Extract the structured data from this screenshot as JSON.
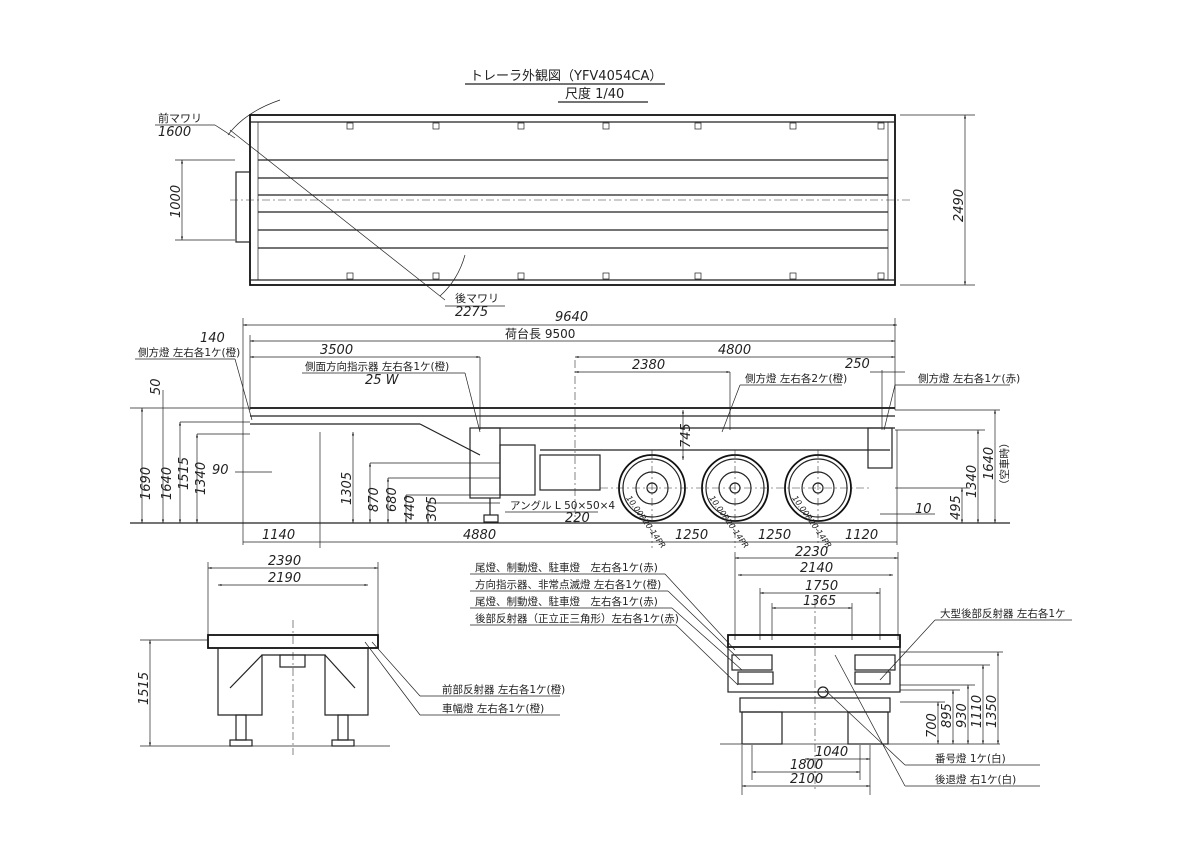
{
  "title": "トレーラ外観図（YFV4054CA）",
  "scale": "尺度 1/40",
  "top_view": {
    "front_swing_label": "前マワリ",
    "front_swing_value": "1600",
    "rear_swing_label": "後マワリ",
    "rear_swing_value": "2275",
    "width": "2490",
    "front_plate": "1000"
  },
  "side_view": {
    "overall_length": "9640",
    "deck_length": "荷台長 9500",
    "dim_140": "140",
    "dim_3500": "3500",
    "dim_4800": "4800",
    "dim_2380": "2380",
    "dim_250": "250",
    "dim_50": "50",
    "dim_1690": "1690",
    "dim_1640": "1640",
    "dim_1515": "1515",
    "dim_1340": "1340",
    "dim_90": "90",
    "dim_1305": "1305",
    "dim_870": "870",
    "dim_680": "680",
    "dim_440": "440",
    "dim_305": "305",
    "dim_745": "745",
    "dim_220": "220",
    "angle_label": "アングル L 50×50×4",
    "dim_1140": "1140",
    "dim_4880": "4880",
    "dim_1250a": "1250",
    "dim_1250b": "1250",
    "dim_1120": "1120",
    "dim_10": "10",
    "dim_495": "495",
    "dim_1340r": "1340",
    "dim_1640r": "1640",
    "empty_note": "（空車時）",
    "tire": "10.00R20-14PR",
    "label_side_lamp_front": "側方燈 左右各1ケ(橙)",
    "label_turn_signal": "側面方向指示器 左右各1ケ(橙)",
    "label_turn_watt": "25 W",
    "label_side_lamp_mid": "側方燈 左右各2ケ(橙)",
    "label_side_lamp_rear": "側方燈 左右各1ケ(赤)"
  },
  "front_view": {
    "dim_2390": "2390",
    "dim_2190": "2190",
    "dim_1515": "1515",
    "label_front_reflector": "前部反射器 左右各1ケ(橙)",
    "label_width_lamp": "車幅燈 左右各1ケ(橙)"
  },
  "rear_view": {
    "dim_2230": "2230",
    "dim_2140": "2140",
    "dim_1750": "1750",
    "dim_1365": "1365",
    "dim_700": "700",
    "dim_895": "895",
    "dim_930": "930",
    "dim_1110": "1110",
    "dim_1350": "1350",
    "dim_1040": "1040",
    "dim_1800": "1800",
    "dim_2100": "2100",
    "label_1": "尾燈、制動燈、駐車燈　左右各1ケ(赤)",
    "label_2": "方向指示器、非常点滅燈 左右各1ケ(橙)",
    "label_3": "尾燈、制動燈、駐車燈　左右各1ケ(赤)",
    "label_4": "後部反射器（正立正三角形）左右各1ケ(赤)",
    "label_5": "大型後部反射器 左右各1ケ",
    "label_6": "番号燈 1ケ(白)",
    "label_7": "後退燈 右1ケ(白)"
  }
}
